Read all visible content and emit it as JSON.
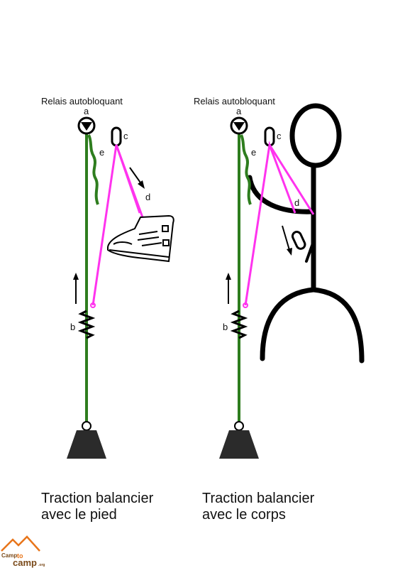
{
  "colors": {
    "rope_green": "#2e7d1e",
    "cord_pink": "#ff33ee",
    "weight": "#2b2b2b",
    "figure": "#000000",
    "logo_orange": "#e8751a",
    "logo_brown": "#7a4a1a"
  },
  "panels": [
    {
      "title": "Relais autobloquant",
      "labels": {
        "a": "a",
        "b": "b",
        "c": "c",
        "d": "d",
        "e": "e"
      },
      "caption_line1": "Traction balancier",
      "caption_line2": "avec le pied"
    },
    {
      "title": "Relais autobloquant",
      "labels": {
        "a": "a",
        "b": "b",
        "c": "c",
        "d": "d",
        "e": "e"
      },
      "caption_line1": "Traction balancier",
      "caption_line2": "avec le corps"
    }
  ],
  "logo": {
    "line1": "Camp",
    "line2": "to",
    "line3": "camp",
    "suffix": ".org"
  }
}
